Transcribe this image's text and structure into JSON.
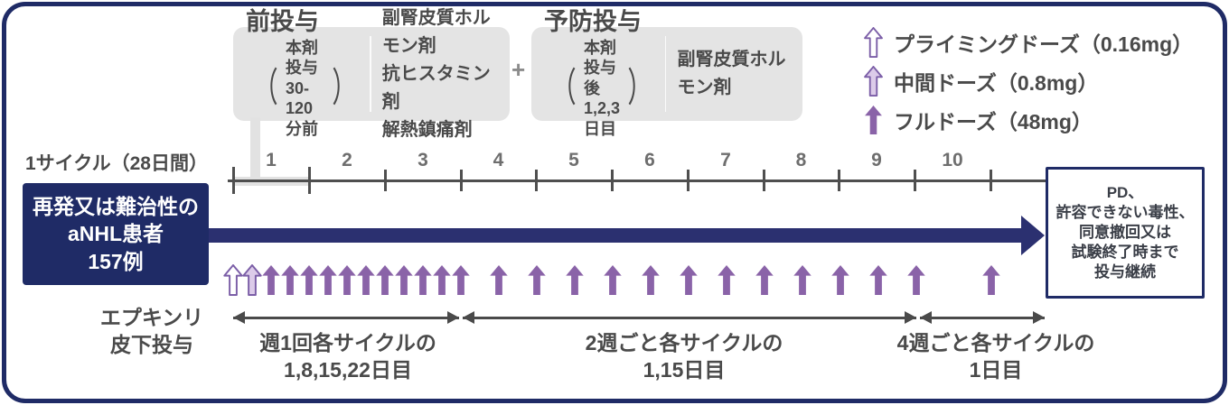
{
  "premed_box": {
    "title": "前投与",
    "bracket_lines": [
      "本剤投与",
      "30-120分前"
    ],
    "items": [
      "副腎皮質ホルモン剤",
      "抗ヒスタミン剤",
      "解熱鎮痛剤"
    ]
  },
  "plus_sign": "+",
  "prophylaxis_box": {
    "title": "予防投与",
    "bracket_lines": [
      "本剤投与後",
      "1,2,3日目"
    ],
    "items": [
      "副腎皮質ホルモン剤"
    ]
  },
  "legend": {
    "items": [
      {
        "type": "priming",
        "label": "プライミングドーズ（0.16mg）"
      },
      {
        "type": "intermediate",
        "label": "中間ドーズ（0.8mg）"
      },
      {
        "type": "full",
        "label": "フルドーズ（48mg）"
      }
    ]
  },
  "cycle_label": "1サイクル（28日間）",
  "timeline": {
    "numbers": [
      "1",
      "2",
      "3",
      "4",
      "5",
      "6",
      "7",
      "8",
      "9",
      "10"
    ]
  },
  "patient_box": {
    "lines": [
      "再発又は難治性の",
      "aNHL患者",
      "157例"
    ]
  },
  "continuation_box": {
    "lines": [
      "PD、",
      "許容できない毒性、",
      "同意撤回又は",
      "試験終了時まで",
      "投与継続"
    ]
  },
  "administration_label": {
    "lines": [
      "エプキンリ",
      "皮下投与"
    ]
  },
  "dose_schedule": {
    "groups": [
      {
        "name": "weekly",
        "arrows": [
          "priming",
          "intermediate",
          "full",
          "full",
          "full",
          "full",
          "full",
          "full",
          "full",
          "full",
          "full",
          "full",
          "full"
        ]
      },
      {
        "name": "biweekly",
        "arrows": [
          "full",
          "full",
          "full",
          "full",
          "full",
          "full",
          "full",
          "full",
          "full",
          "full",
          "full",
          "full"
        ]
      },
      {
        "name": "fourweekly",
        "arrows": [
          "full"
        ]
      }
    ]
  },
  "spans": [
    {
      "label_lines": [
        "週1回各サイクルの",
        "1,8,15,22日目"
      ]
    },
    {
      "label_lines": [
        "2週ごと各サイクルの",
        "1,15日目"
      ]
    },
    {
      "label_lines": [
        "4週ごと各サイクルの",
        "1日目"
      ]
    }
  ],
  "colors": {
    "navy": "#1f2b66",
    "arrow_navy": "#2b3070",
    "purple": "#8a63a8",
    "light_purple": "#dccbe9",
    "purple_outline": "#7b5ea7",
    "white": "#ffffff",
    "gray_box": "#e4e4e4",
    "text_gray": "#4a4a4a"
  }
}
